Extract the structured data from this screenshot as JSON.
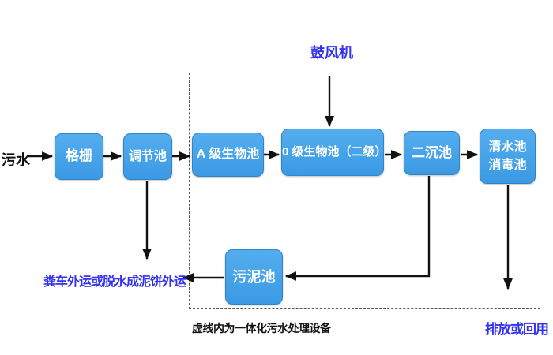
{
  "colors": {
    "background": "#FFFFFF",
    "box_fill_top": "#54ADEE",
    "box_fill_bottom": "#3B9AE4",
    "box_border": "#2E84C6",
    "box_text": "#FFFFFF",
    "blue_text": "#3333EE",
    "black_text": "#111111",
    "arrow": "#111111",
    "dashed_border": "#555555"
  },
  "labels": {
    "influent": "污水",
    "blower": "鼓风机",
    "sludge_out": "粪车外运或脱水成泥饼外运",
    "dashed_caption": "虚线内为一体化污水处理设备",
    "discharge": "排放或回用"
  },
  "boxes": {
    "screen": {
      "label": "格栅"
    },
    "regulating": {
      "label": "调节池"
    },
    "a_bio": {
      "label": "A 级生物池"
    },
    "o_bio": {
      "label": "0 级生物池（二级）"
    },
    "secondary_sed": {
      "label": "二沉池"
    },
    "clean_water": {
      "line1": "清水池",
      "line2": "消毒池"
    },
    "sludge": {
      "label": "污泥池"
    }
  }
}
